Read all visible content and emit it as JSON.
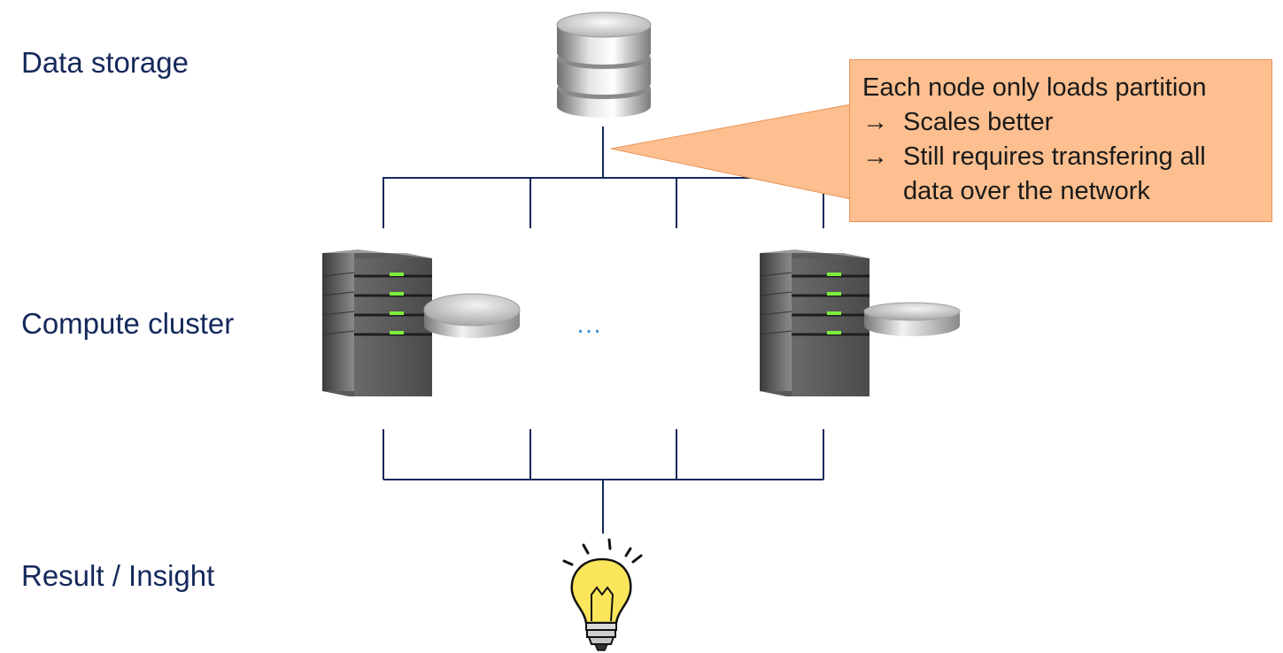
{
  "labels": {
    "storage": "Data storage",
    "compute": "Compute cluster",
    "result": "Result / Insight"
  },
  "ellipsis": "…",
  "callout": {
    "line1": "Each node only loads partition",
    "arrow": "→",
    "line2": "Scales better",
    "line3": "Still requires transfering all",
    "line4": "data over the network"
  },
  "icons": {
    "storage": "database-icon",
    "server_left": "server-icon",
    "server_right": "server-icon",
    "disk_left": "disk-icon",
    "disk_right": "disk-icon",
    "result": "lightbulb-icon"
  },
  "colors": {
    "label_text": "#14285a",
    "wire": "#14285a",
    "callout_fill": "#fdbf8f",
    "callout_border": "#e8935a",
    "server_led": "#7cf03c",
    "ellipsis": "#3b8fd0"
  }
}
